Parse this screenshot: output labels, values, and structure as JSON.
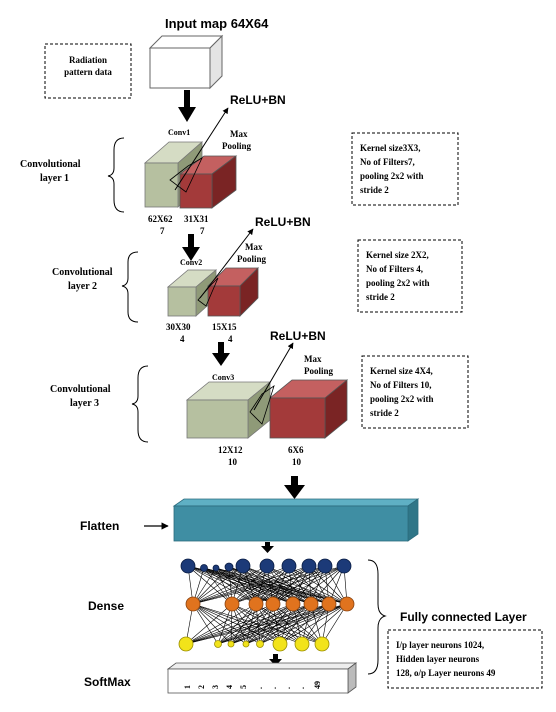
{
  "input": {
    "title": "Input map  64X64",
    "note": [
      "Radiation",
      "pattern data"
    ]
  },
  "conv1": {
    "activation": "ReLU+BN",
    "conv_label": "Conv1",
    "pool_label": [
      "Max",
      "Pooling"
    ],
    "layer_label": [
      "Convolutional",
      "layer 1"
    ],
    "conv_dims": [
      "62X62",
      "7"
    ],
    "pool_dims": [
      "31X31",
      "7"
    ],
    "note": [
      "Kernel size3X3,",
      "No of Filters7,",
      "pooling 2x2 with",
      "stride 2"
    ]
  },
  "conv2": {
    "activation": "ReLU+BN",
    "conv_label": "Conv2",
    "pool_label": [
      "Max",
      "Pooling"
    ],
    "layer_label": [
      "Convolutional",
      "layer 2"
    ],
    "conv_dims": [
      "30X30",
      "4"
    ],
    "pool_dims": [
      "15X15",
      "4"
    ],
    "note": [
      "Kernel size 2X2,",
      "No of Filters 4,",
      "pooling 2x2 with",
      "stride 2"
    ]
  },
  "conv3": {
    "activation": "ReLU+BN",
    "conv_label": "Conv3",
    "pool_label": [
      "Max",
      "Pooling"
    ],
    "layer_label": [
      "Convolutional",
      "layer 3"
    ],
    "conv_dims": [
      "12X12",
      "10"
    ],
    "pool_dims": [
      "6X6",
      "10"
    ],
    "note": [
      "Kernel size 4X4,",
      "No of Filters 10,",
      "pooling 2x2 with",
      "stride 2"
    ]
  },
  "flatten": {
    "label": "Flatten"
  },
  "dense": {
    "label": "Dense"
  },
  "softmax": {
    "label": "SoftMax",
    "cells": [
      "1",
      "2",
      "3",
      "4",
      "5",
      ".",
      ".",
      ".",
      ".",
      "49"
    ]
  },
  "fc": {
    "label": "Fully connected Layer",
    "note": [
      "I/p layer neurons 1024,",
      "Hidden layer neurons",
      "128, o/p Layer neurons 49"
    ]
  },
  "colors": {
    "conv_front": "#b6c0a0",
    "conv_top": "#d5dcc4",
    "conv_side": "#8f9a78",
    "pool_front": "#a33a3a",
    "pool_top": "#c46060",
    "pool_side": "#7a2424",
    "flatten_front": "#3f8ea3",
    "flatten_top": "#5fb0c4",
    "neuron_input": "#1c3a78",
    "neuron_hidden": "#e0731e",
    "neuron_output": "#f2e31a"
  }
}
